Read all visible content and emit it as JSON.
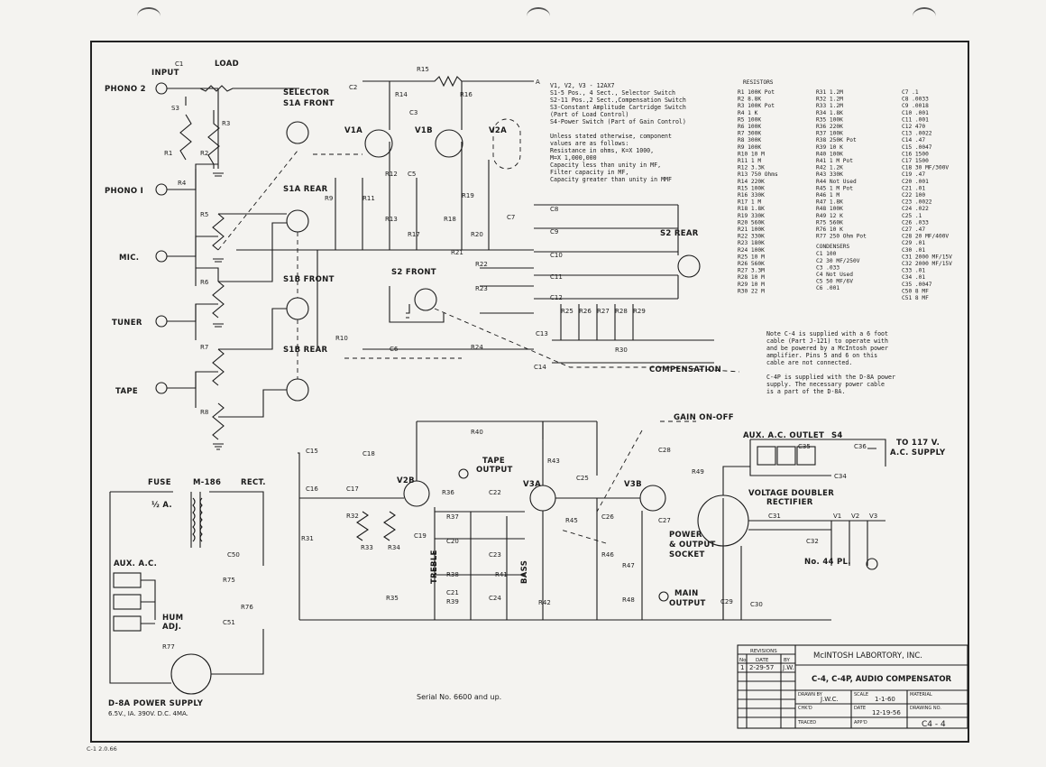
{
  "footer": {
    "serial": "Serial No. 6600 and up.",
    "page_code": "C-1  2.0.66"
  },
  "labels": {
    "input": "INPUT",
    "load": "LOAD",
    "phono2": "PHONO 2",
    "phono1": "PHONO I",
    "mic": "MIC.",
    "tuner": "TUNER",
    "tape": "TAPE",
    "selector": "SELECTOR",
    "s1a_front": "S1A FRONT",
    "s1a_rear": "S1A REAR",
    "s1b_front": "S1B FRONT",
    "s1b_rear": "S1B REAR",
    "s2_front": "S2 FRONT",
    "s2_rear": "S2 REAR",
    "compensation": "COMPENSATION",
    "gain_onoff": "GAIN   ON-OFF",
    "aux_ac_outlet": "AUX. A.C. OUTLET",
    "s4": "S4",
    "to_117v": "TO 117 V.",
    "ac_supply": "A.C. SUPPLY",
    "voltage_doubler": "VOLTAGE DOUBLER",
    "rectifier": "RECTIFIER",
    "no44": "No. 44  PL.",
    "tape_output": "TAPE",
    "tape_output2": "OUTPUT",
    "power_output": "POWER",
    "power_output2": "& OUTPUT",
    "power_output3": "SOCKET",
    "main_output": "MAIN",
    "main_output2": "OUTPUT",
    "treble": "TREBLE",
    "bass": "BASS",
    "fuse": "FUSE",
    "fuse_rating": "½ A.",
    "m186": "M-186",
    "rect": "RECT.",
    "aux_ac": "AUX. A.C.",
    "hum_adj": "HUM",
    "hum_adj2": "ADJ.",
    "d8a": "D-8A    POWER   SUPPLY",
    "d8a_specs": "6.5V., IA.      390V. D.C.  4MA.",
    "v1a": "V1A",
    "v1b": "V1B",
    "v2a": "V2A",
    "v2b": "V2B",
    "v3a": "V3A",
    "v3b": "V3B",
    "a_node": "A"
  },
  "tubes_note": [
    "V1, V2, V3 - 12AX7",
    "S1-5 Pos., 4 Sect., Selector Switch",
    "S2-11 Pos.,2 Sect.,Compensation Switch",
    "S3-Constant Amplitude Cartridge Switch",
    "       (Part of Load Control)",
    "S4-Power Switch (Part of Gain Control)",
    "",
    "Unless stated otherwise, component",
    "  values are as follows:",
    "  Resistance in ohms, K=X 1000,",
    "  M=X 1,000,000",
    "  Capacity less than unity in MF,",
    "  Filter capacity in MF,",
    "  Capacity greater than unity in MMF"
  ],
  "resistors_heading": "RESISTORS",
  "resistors_col1": [
    "R1    100K Pot",
    "R2    8.8K",
    "R3    100K Pot",
    "R4    1  K",
    "R5    100K",
    "R6    100K",
    "R7    300K",
    "R8    300K",
    "R9    100K",
    "R10   10 M",
    "R11   1  M",
    "R12   3.3K",
    "R13   750  Ohms",
    "R14   220K",
    "R15   100K",
    "R16   330K",
    "R17   1  M",
    "R18   1.8K",
    "R19   330K",
    "R20   560K",
    "R21   100K",
    "R22   330K",
    "R23   180K",
    "R24   100K",
    "R25   10 M",
    "R26   560K",
    "R27   3.3M",
    "R28   10 M",
    "R29   10 M",
    "R30   22 M"
  ],
  "resistors_col2": [
    "R31   1.2M",
    "R32   1.2M",
    "R33   1.2M",
    "R34   1.8K",
    "R35   100K",
    "R36   220K",
    "R37   100K",
    "R38   250K Pot",
    "R39   10 K",
    "R40   100K",
    "R41   1  M Pot",
    "R42   1.2K",
    "R43   330K",
    "R44   Not Used",
    "R45   1  M Pot",
    "R46   1  M",
    "R47   1.8K",
    "R48   100K",
    "R49   12 K",
    "R75   560K",
    "R76   10 K",
    "R77   250 Ohm Pot"
  ],
  "condensers_heading": "CONDENSERS",
  "condensers_col2": [
    "C1    100",
    "C2    30 MF/250V",
    "C3    .033",
    "C4    Not Used",
    "C5    50 MF/6V",
    "C6    .001"
  ],
  "condensers_col3": [
    "C7    .1",
    "C8    .0033",
    "C9    .0018",
    "C10   .001",
    "C11   .001",
    "C12   470",
    "C13   .0022",
    "C14   .47",
    "C15   .0047",
    "C16   1500",
    "C17   1500",
    "C18   30 MF/300V",
    "C19   .47",
    "C20   .001",
    "C21   .01",
    "C22   100",
    "C23   .0022",
    "C24   .022",
    "C25   .1",
    "C26   .033",
    "C27   .47",
    "C28   20 MF/400V",
    "C29   .01",
    "C30   .01",
    "C31   2000 MF/15V",
    "C32   2000 MF/15V",
    "C33   .01",
    "C34   .01",
    "C35   .0047",
    "C50   8 MF",
    "C51   8 MF"
  ],
  "note_c4": [
    "Note C-4 is supplied with a 6 foot",
    "cable (Part J-121) to operate with",
    "and be powered by a McIntosh power",
    "amplifier.  Pins 5 and 6 on this",
    "cable are not connected.",
    "",
    "C-4P is supplied with the D-8A power",
    "supply.  The necessary power cable",
    "is a part of the D-8A."
  ],
  "title_block": {
    "company": "McINTOSH LABORTORY, INC.",
    "title": "C-4, C-4P, AUDIO COMPENSATOR",
    "revisions": "REVISIONS",
    "rev_no": "No.",
    "rev_date": "DATE",
    "rev_by": "BY",
    "rev1_no": "1",
    "rev1_date": "2-29-57",
    "rev1_by": "J.W.",
    "drawn_by_label": "DRAWN BY",
    "drawn_by": "J.W.C.",
    "scale_label": "SCALE",
    "scale": "1-1-60",
    "material_label": "MATERIAL",
    "checked_label": "CHK'D",
    "date_label": "DATE",
    "date": "12-19-56",
    "drawing_no_label": "DRAWING NO.",
    "drawing_no": "C4 - 4",
    "traced_label": "TRACED",
    "appd_label": "APP'D"
  }
}
